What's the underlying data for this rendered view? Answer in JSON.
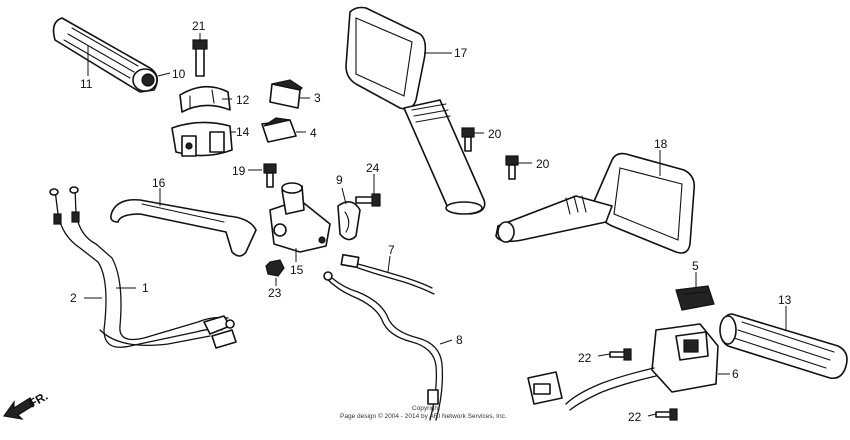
{
  "callouts": {
    "c1": "1",
    "c2": "2",
    "c3": "3",
    "c4": "4",
    "c5": "5",
    "c6": "6",
    "c7": "7",
    "c8": "8",
    "c9": "9",
    "c10": "10",
    "c11": "11",
    "c12": "12",
    "c13": "13",
    "c14": "14",
    "c15": "15",
    "c16": "16",
    "c17": "17",
    "c18": "18",
    "c19": "19",
    "c20a": "20",
    "c20b": "20",
    "c21": "21",
    "c22a": "22",
    "c22b": "22",
    "c23": "23",
    "c24": "24"
  },
  "direction_label": "FR.",
  "copyright": {
    "line1": "Copyright",
    "line2": "Page design © 2004 - 2014 by ARI Network Services, Inc."
  }
}
